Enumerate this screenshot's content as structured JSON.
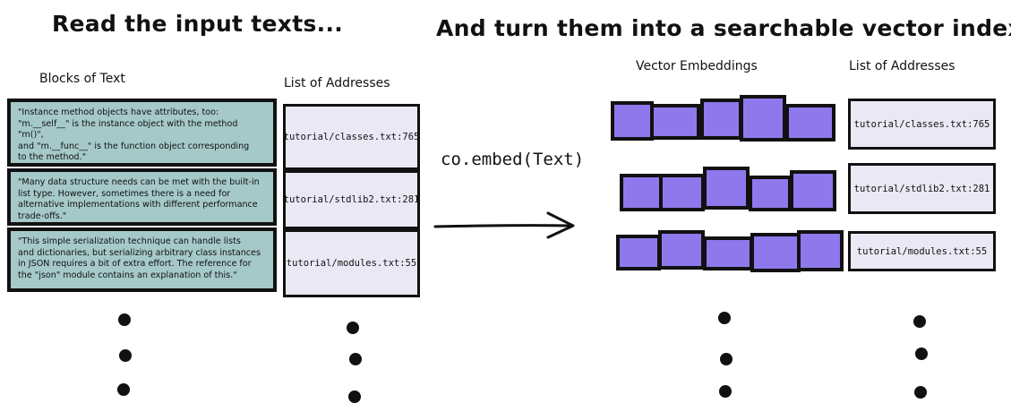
{
  "headings": {
    "left": "Read the input texts...",
    "right": "And turn them into a searchable vector index"
  },
  "labels": {
    "blocks_of_text": "Blocks of Text",
    "list_of_addresses_left": "List of Addresses",
    "vector_embeddings": "Vector Embeddings",
    "list_of_addresses_right": "List of Addresses"
  },
  "text_blocks": [
    "\"Instance method objects have attributes, too:\n\"m.__self__\" is the instance object with the method \"m()\",\n and \"m.__func__\" is the function object corresponding\nto the method.\"",
    "\"Many data structure needs can be met with the built-in\nlist type. However, sometimes there is a need for\nalternative implementations with different  performance\ntrade-offs.\"",
    "\"This simple serialization technique can handle lists\nand dictionaries, but serializing arbitrary class instances\nin JSON requires a bit of extra effort. The reference for\nthe \"json\" module contains an explanation of this.\""
  ],
  "addresses": [
    "tutorial/classes.txt:765",
    "tutorial/stdlib2.txt:281",
    "tutorial/modules.txt:55"
  ],
  "operation": "co.embed(Text)",
  "colors": {
    "text_block_fill": "#a5c9c9",
    "address_fill": "#e9e8f4",
    "embedding_fill": "#8f78ec",
    "ink": "#111111"
  }
}
